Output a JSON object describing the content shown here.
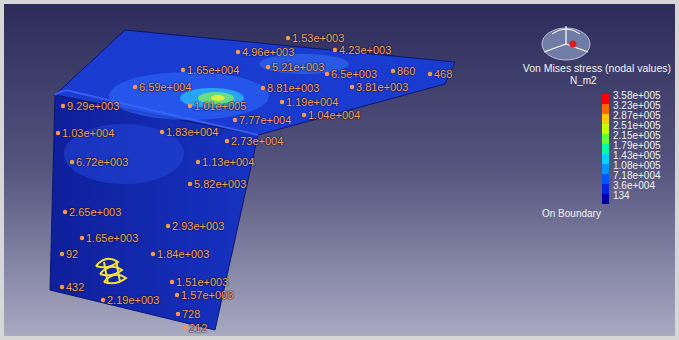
{
  "diagram": {
    "labels": [
      "1.53e+003",
      "4.96e+003",
      "4.23e+003",
      "1.65e+004",
      "5.21e+003",
      "6.5e+003",
      "860",
      "468",
      "6.59e+004",
      "8.81e+003",
      "3.81e+003",
      "9.29e+003",
      "1.01e+005",
      "1.19e+004",
      "1.04e+004",
      "7.77e+004",
      "1.03e+004",
      "1.83e+004",
      "2.73e+004",
      "6.72e+003",
      "1.13e+004",
      "5.82e+003",
      "2.65e+003",
      "2.93e+003",
      "1.65e+003",
      "1.84e+003",
      "92",
      "432",
      "1.51e+003",
      "1.57e+003",
      "2.19e+003",
      "728",
      "212",
      "Von Mises stress (nodal values)",
      "N_m2",
      "On Boundary"
    ],
    "legend": [
      {
        "text": "3.58e+005",
        "color": "#ff0000"
      },
      {
        "text": "3.23e+005",
        "color": "#ff6a00"
      },
      {
        "text": "2.87e+005",
        "color": "#ffcc00"
      },
      {
        "text": "2.51e+005",
        "color": "#c8ff00"
      },
      {
        "text": "2.15e+005",
        "color": "#5cff3a"
      },
      {
        "text": "1.79e+005",
        "color": "#00ff9c"
      },
      {
        "text": "1.43e+005",
        "color": "#00d4ff"
      },
      {
        "text": "1.08e+005",
        "color": "#0096ff"
      },
      {
        "text": "7.18e+004",
        "color": "#0055ff"
      },
      {
        "text": "3.6e+004",
        "color": "#0024e0"
      },
      {
        "text": "134",
        "color": "#0000a8"
      }
    ]
  }
}
